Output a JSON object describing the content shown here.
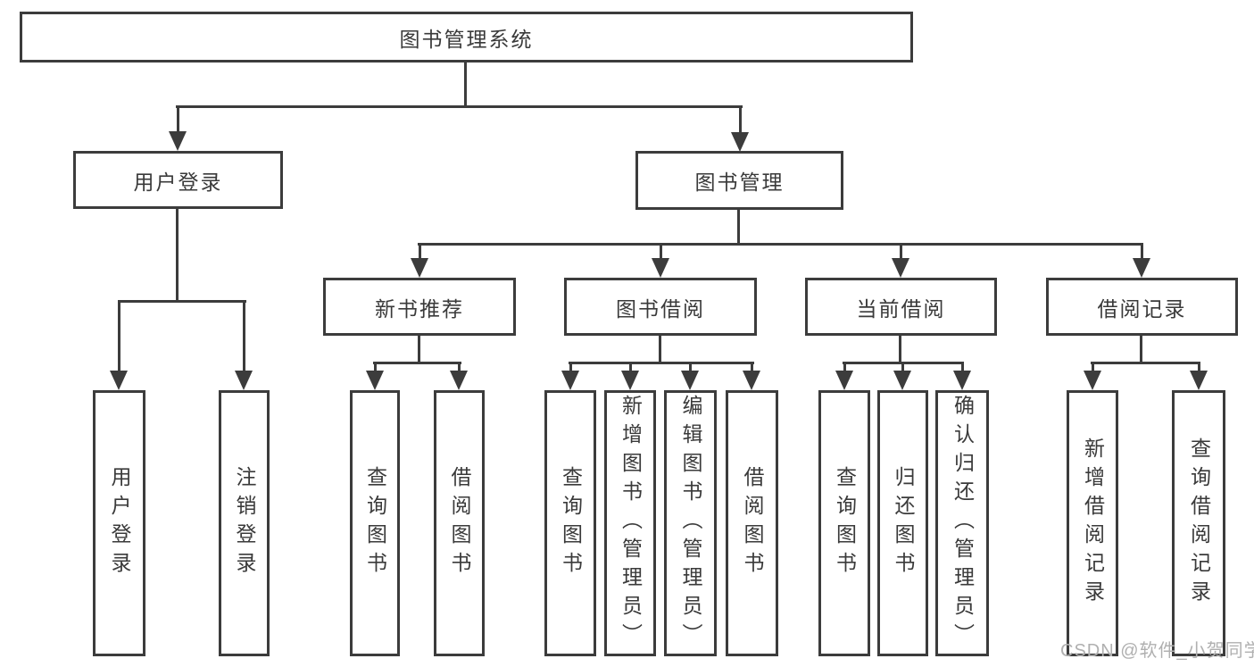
{
  "diagram": {
    "root": {
      "label": "图书管理系统"
    },
    "branches": [
      {
        "label": "用户登录",
        "children": [
          {
            "label": "用户登录"
          },
          {
            "label": "注销登录"
          }
        ]
      },
      {
        "label": "图书管理",
        "children": [
          {
            "label": "新书推荐",
            "children": [
              {
                "label": "查询图书"
              },
              {
                "label": "借阅图书"
              }
            ]
          },
          {
            "label": "图书借阅",
            "children": [
              {
                "label": "查询图书"
              },
              {
                "label": "新增图书（管理员）"
              },
              {
                "label": "编辑图书（管理员）"
              },
              {
                "label": "借阅图书"
              }
            ]
          },
          {
            "label": "当前借阅",
            "children": [
              {
                "label": "查询图书"
              },
              {
                "label": "归还图书"
              },
              {
                "label": "确认归还（管理员）"
              }
            ]
          },
          {
            "label": "借阅记录",
            "children": [
              {
                "label": "新增借阅记录"
              },
              {
                "label": "查询借阅记录"
              }
            ]
          }
        ]
      }
    ]
  },
  "watermark": {
    "text": "CSDN @软件_小贺同学"
  },
  "colors": {
    "line": "#3c3c3c",
    "text": "#3a3a3a",
    "watermark": "#b0b0b0",
    "background": "#ffffff"
  }
}
